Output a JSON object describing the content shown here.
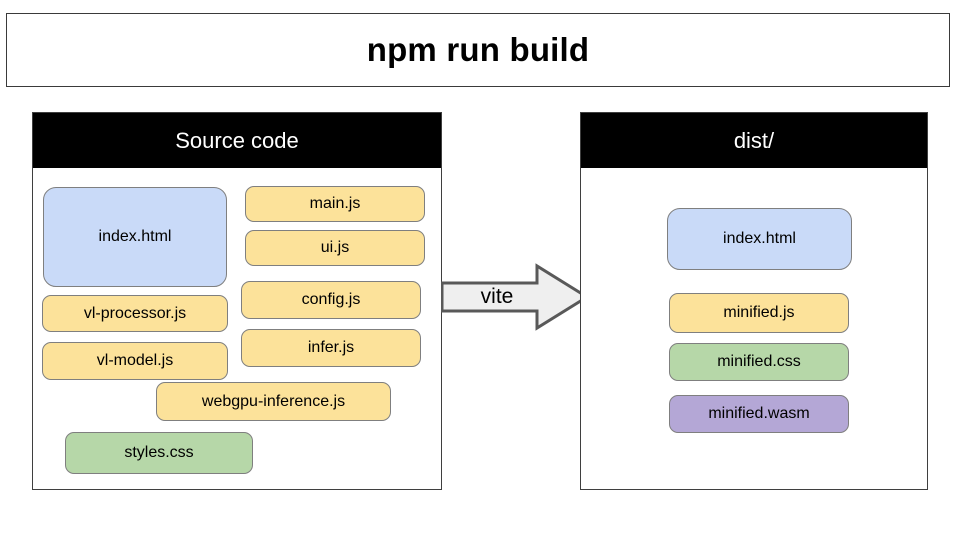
{
  "title": {
    "text": "npm run build"
  },
  "panels": {
    "source": {
      "header": "Source code",
      "files": [
        {
          "label": "index.html",
          "color": "#c9daf8"
        },
        {
          "label": "main.js",
          "color": "#fce29a"
        },
        {
          "label": "ui.js",
          "color": "#fce29a"
        },
        {
          "label": "vl-processor.js",
          "color": "#fce29a"
        },
        {
          "label": "config.js",
          "color": "#fce29a"
        },
        {
          "label": "vl-model.js",
          "color": "#fce29a"
        },
        {
          "label": "infer.js",
          "color": "#fce29a"
        },
        {
          "label": "webgpu-inference.js",
          "color": "#fce29a"
        },
        {
          "label": "styles.css",
          "color": "#b6d7a8"
        }
      ]
    },
    "dist": {
      "header": "dist/",
      "files": [
        {
          "label": "index.html",
          "color": "#c9daf8"
        },
        {
          "label": "minified.js",
          "color": "#fce29a"
        },
        {
          "label": "minified.css",
          "color": "#b6d7a8"
        },
        {
          "label": "minified.wasm",
          "color": "#b4a7d6"
        }
      ]
    }
  },
  "arrow": {
    "label": "vite",
    "fill": "#efefef",
    "stroke": "#595959"
  },
  "colors": {
    "header_background": "#000000",
    "header_text": "#ffffff",
    "panel_border": "#3f3f3f",
    "chip_border": "#7f7f7f",
    "page_background": "#ffffff",
    "html_chip": "#c9daf8",
    "js_chip": "#fce29a",
    "css_chip": "#b6d7a8",
    "wasm_chip": "#b4a7d6"
  }
}
